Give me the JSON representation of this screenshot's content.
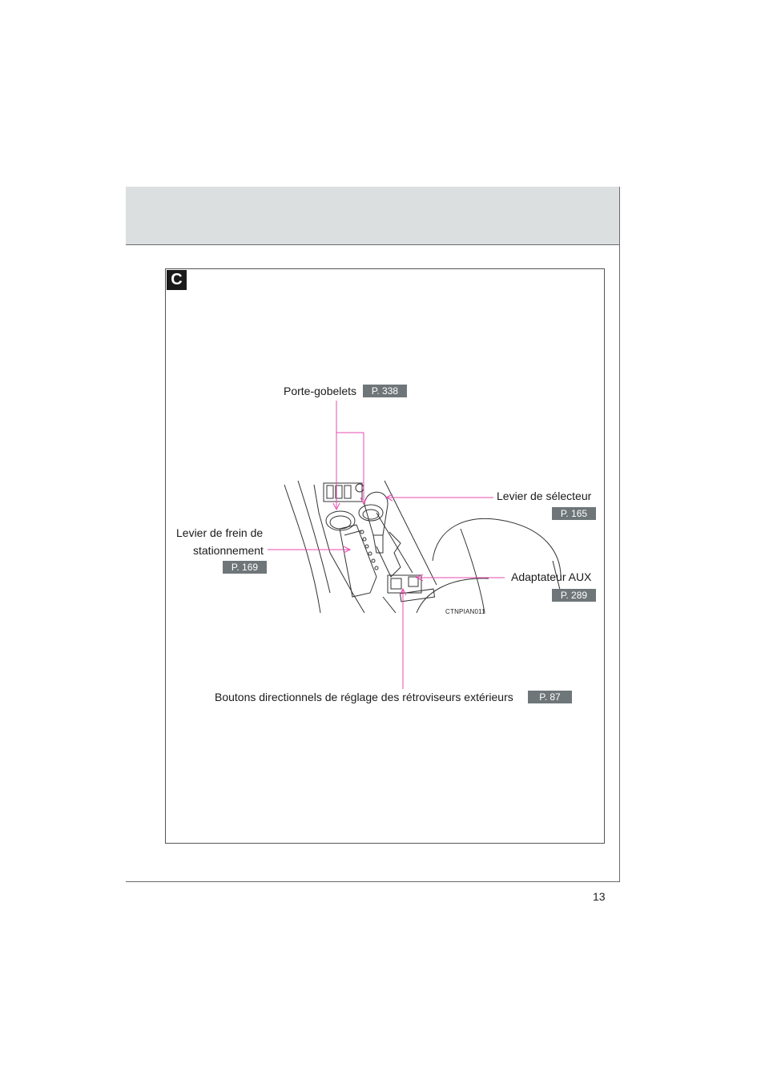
{
  "section_letter": "C",
  "labels": {
    "cupholders": "Porte-gobelets",
    "cupholders_ref": "P. 338",
    "shift_lever": "Levier de sélecteur",
    "shift_lever_ref": "P. 165",
    "parking_brake_line1": "Levier de frein de",
    "parking_brake_line2": "stationnement",
    "parking_brake_ref": "P. 169",
    "aux_adapter": "Adaptateur AUX",
    "aux_adapter_ref": "P. 289",
    "mirror_switches": "Boutons directionnels de réglage des rétroviseurs extérieurs",
    "mirror_switches_ref": "P. 87"
  },
  "illustration_code": "CTNPIAN011",
  "page_number": "13",
  "colors": {
    "leader_line": "#e84bb0",
    "ref_badge": "#6f7679",
    "header_band": "#dcdfe0"
  }
}
